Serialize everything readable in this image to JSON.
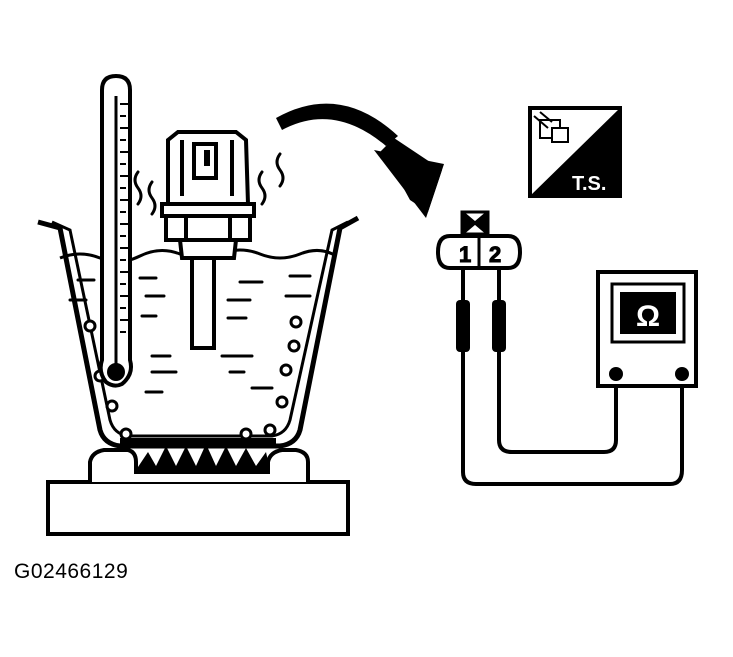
{
  "figure_id": "G02466129",
  "connector_pins": [
    "1",
    "2"
  ],
  "ts_label": "T.S.",
  "meter_symbol": "Ω",
  "icons": {
    "ohmmeter": "ohmmeter-icon",
    "thermometer": "thermometer-icon",
    "heater": "burner-flame-icon",
    "arrow": "curved-arrow-icon",
    "badge": "troubleshooting-badge-icon"
  },
  "colors": {
    "ink": "#000000",
    "paper": "#ffffff"
  }
}
